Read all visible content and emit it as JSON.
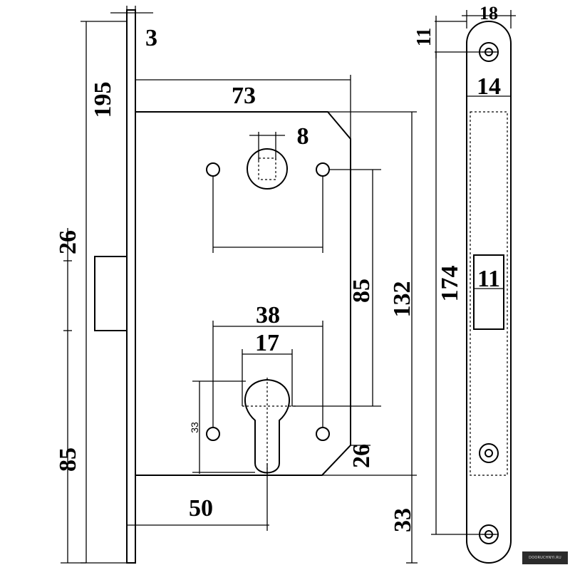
{
  "dimensions": {
    "top_thickness": "3",
    "overall_height": "195",
    "body_width": "73",
    "spindle_square": "8",
    "handle_spacing": "85",
    "body_height": "132",
    "cyl_screw_spacing": "38",
    "cylinder_width": "17",
    "cylinder_small": "33",
    "corner_bottom": "26",
    "backset": "50",
    "left_latch": "26",
    "left_bottom": "85",
    "faceplate_bottom": "33",
    "faceplate_width": "18",
    "faceplate_top": "11",
    "bolt_width": "14",
    "faceplate_height": "174",
    "latch_width": "11"
  },
  "watermark": "DOORUCHNYI.RU"
}
